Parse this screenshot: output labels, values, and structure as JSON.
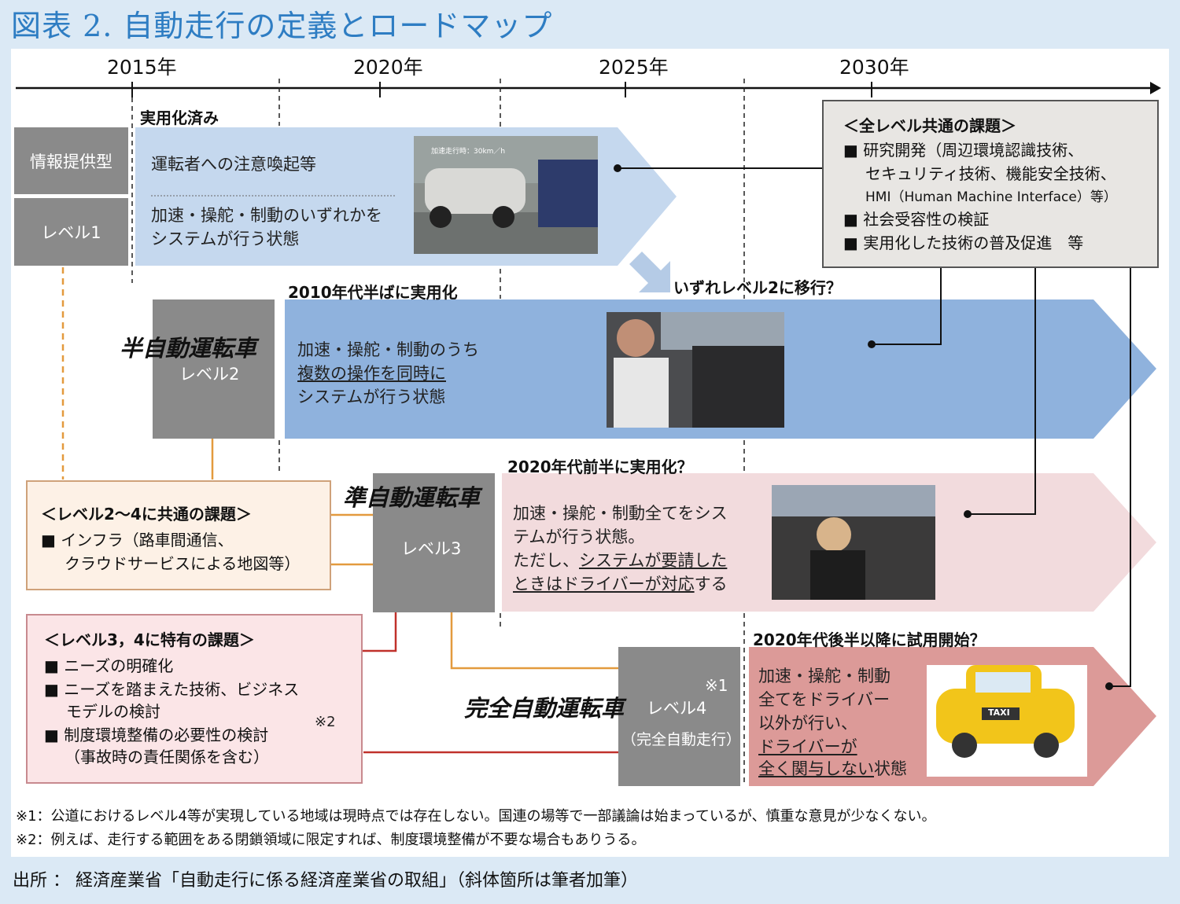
{
  "title": "図表 2. 自動走行の定義とロードマップ",
  "timeline": {
    "years": [
      "2015年",
      "2020年",
      "2025年",
      "2030年"
    ]
  },
  "phase_labels": {
    "practical": "実用化済み",
    "level2_practical": "2010年代半ばに実用化",
    "level3_practical": "2020年代前半に実用化？",
    "level4_trial": "2020年代後半以降に試用開始？",
    "transition": "いずれレベル2に移行？"
  },
  "level1": {
    "type_label": "情報提供型",
    "level_label": "レベル1",
    "row1": "運転者への注意喚起等",
    "row2_line1": "加速・操舵・制動のいずれかを",
    "row2_line2": "システムが行う状態",
    "photo_caption": "加速走行時：30km／h"
  },
  "level2": {
    "category": "半自動運転車",
    "level_label": "レベル2",
    "line1": "加速・操舵・制動のうち",
    "line2": "複数の操作を同時に",
    "line3": "システムが行う状態"
  },
  "level3": {
    "category": "準自動運転車",
    "level_label": "レベル3",
    "line1": "加速・操舵・制動全てをシス",
    "line2": "テムが行う状態。",
    "line3_a": "ただし、",
    "line3_b": "システムが要請した",
    "line4_a": "ときはドライバーが対応",
    "line4_b": "する"
  },
  "level4": {
    "category": "完全自動運転車",
    "level_label": "レベル4",
    "sub_label": "（完全自動走行）",
    "note_mark": "※1",
    "line1": "加速・操舵・制動",
    "line2": "全てをドライバー",
    "line3": "以外が行い、",
    "line4": "ドライバーが",
    "line5_a": "全く関与しない",
    "line5_b": "状態",
    "taxi_sign": "TAXI"
  },
  "all_level_challenges": {
    "heading": "＜全レベル共通の課題＞",
    "items": [
      "■ 研究開発（周辺環境認識技術、",
      "セキュリティ技術、機能安全技術、",
      "HMI（Human Machine Interface）等）",
      "■ 社会受容性の検証",
      "■ 実用化した技術の普及促進　等"
    ]
  },
  "level24_challenges": {
    "heading": "＜レベル2～4に共通の課題＞",
    "items": [
      "■ インフラ（路車間通信、",
      "クラウドサービスによる地図等）"
    ]
  },
  "level34_challenges": {
    "heading": "＜レベル3，4に特有の課題＞",
    "items": [
      "■ ニーズの明確化",
      "■ ニーズを踏まえた技術、ビジネス",
      "モデルの検討",
      "■ 制度環境整備の必要性の検討",
      "（事故時の責任関係を含む）"
    ],
    "note_mark": "※2"
  },
  "footnotes": [
    "※1：公道におけるレベル4等が実現している地域は現時点では存在しない。国連の場等で一部議論は始まっているが、慎重な意見が少なくない。",
    "※2：例えば、走行する範囲をある閉鎖領域に限定すれば、制度環境整備が不要な場合もありうる。"
  ],
  "source": "出所 ： 経済産業省「自動走行に係る経済産業省の取組」（斜体箇所は筆者加筆）",
  "colors": {
    "title": "#2e7dc3",
    "background": "#dbe9f5",
    "level1_band": "#c5d8ee",
    "level2_band": "#8fb2dd",
    "level3_band": "#f2dbdd",
    "level4_band": "#dc9a98",
    "gray_box": "#8a8a8a",
    "orange_line": "#e39a3e",
    "red_line": "#c0312b"
  }
}
